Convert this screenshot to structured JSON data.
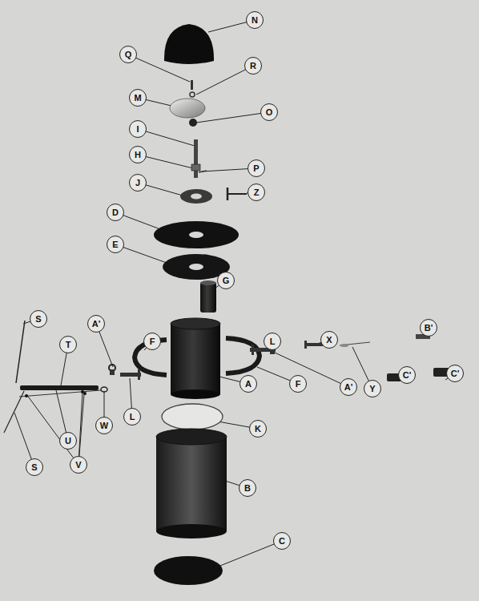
{
  "diagram": {
    "nodes": [
      {
        "text": [
          "N"
        ]
      },
      {
        "text": [
          "Q"
        ]
      },
      {
        "text": [
          "R"
        ]
      },
      {
        "text": [
          "M"
        ]
      },
      {
        "text": [
          "O"
        ]
      },
      {
        "text": [
          "I"
        ]
      },
      {
        "text": [
          "H"
        ]
      },
      {
        "text": [
          "P"
        ]
      },
      {
        "text": [
          "J"
        ]
      },
      {
        "text": [
          "Z"
        ]
      },
      {
        "text": [
          "D"
        ]
      },
      {
        "text": [
          "E"
        ]
      },
      {
        "text": [
          "G"
        ]
      },
      {
        "text": [
          "S"
        ]
      },
      {
        "text": [
          "A'"
        ]
      },
      {
        "text": [
          "B'"
        ]
      },
      {
        "text": [
          "X"
        ]
      },
      {
        "text": [
          "F"
        ]
      },
      {
        "text": [
          "L"
        ]
      },
      {
        "text": [
          "T"
        ]
      },
      {
        "text": [
          "C'"
        ]
      },
      {
        "text": [
          "C'"
        ]
      },
      {
        "text": [
          "A"
        ]
      },
      {
        "text": [
          "F"
        ]
      },
      {
        "text": [
          "A'"
        ]
      },
      {
        "text": [
          "Y"
        ]
      },
      {
        "text": [
          "L"
        ]
      },
      {
        "text": [
          "W"
        ]
      },
      {
        "text": [
          "K"
        ]
      },
      {
        "text": [
          "U"
        ]
      },
      {
        "text": [
          "V"
        ]
      },
      {
        "text": [
          "S"
        ]
      },
      {
        "text": [
          "B"
        ]
      },
      {
        "text": [
          "C"
        ]
      }
    ]
  }
}
